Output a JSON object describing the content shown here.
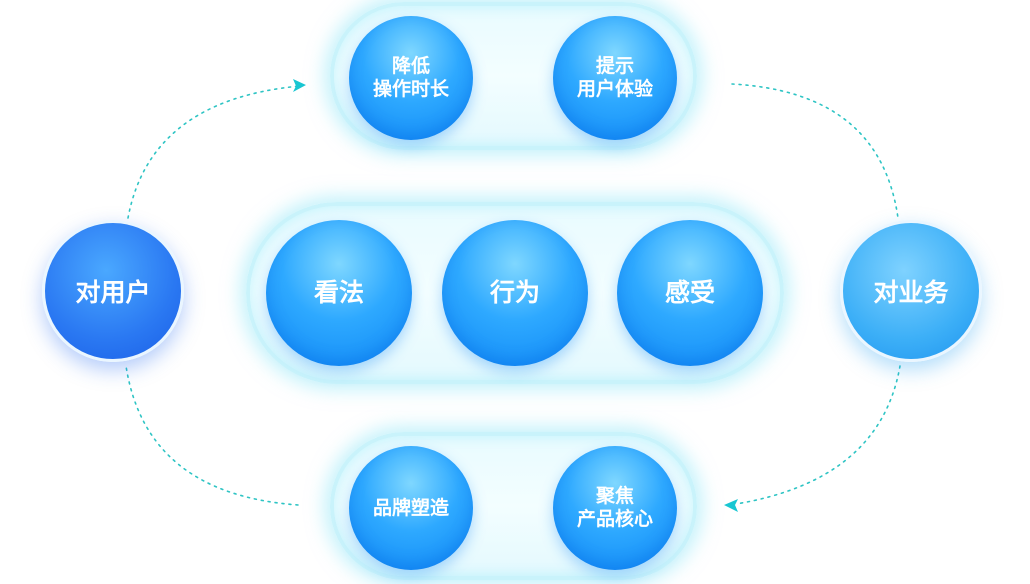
{
  "nodes": {
    "left": "对用户",
    "right": "对业务"
  },
  "top_group": {
    "items": [
      {
        "line1": "降低",
        "line2": "操作时长"
      },
      {
        "line1": "提示",
        "line2": "用户体验"
      }
    ]
  },
  "middle_group": {
    "items": [
      "看法",
      "行为",
      "感受"
    ]
  },
  "bottom_group": {
    "items": [
      {
        "line1": "品牌塑造",
        "line2": ""
      },
      {
        "line1": "聚焦",
        "line2": "产品核心"
      }
    ]
  },
  "colors": {
    "connector": "#2ec4c4",
    "arrow": "#18c6d2",
    "circle_blue": "#1a8ff5",
    "left_node": "#2a78f2",
    "right_node": "#3caff7"
  }
}
